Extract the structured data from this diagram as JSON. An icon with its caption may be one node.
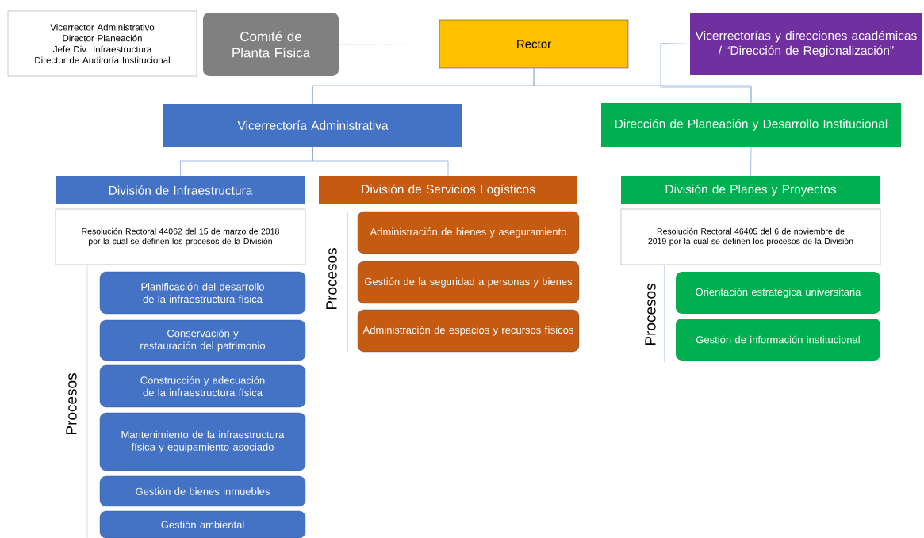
{
  "diagram": {
    "nodes": [
      {
        "text": [
          "Vicerrector Administrativo",
          "Director Planeación",
          "Jefe Div. Infraestructura",
          "Director de Auditoría Institucional"
        ]
      },
      {
        "text": [
          "Comité de Planta Física"
        ]
      },
      {
        "text": [
          "Rector"
        ]
      },
      {
        "text": [
          "Vicerrectorías y direcciones académicas / “Dirección de Regionalización”"
        ]
      },
      {
        "text": [
          "Vicerrectoría Administrativa"
        ]
      },
      {
        "text": [
          "Dirección de Planeación y Desarrollo Institucional"
        ]
      },
      {
        "text": [
          "División de Infraestructura"
        ]
      },
      {
        "text": [
          "Resolución Rectoral 44062 del 15 de marzo de 2018 por la cual se definen los procesos de la División"
        ]
      },
      {
        "text": [
          "Planificación del desarrollo de la infraestructura física"
        ]
      },
      {
        "text": [
          "Conservación y restauración del patrimonio"
        ]
      },
      {
        "text": [
          "Construcción y adecuación de la infraestructura física"
        ]
      },
      {
        "text": [
          "Mantenimiento de la infraestructura física y equipamiento asociado"
        ]
      },
      {
        "text": [
          "Gestión de bienes inmuebles"
        ]
      },
      {
        "text": [
          "Gestión ambiental"
        ]
      },
      {
        "text": [
          "División de Servicios Logísticos"
        ]
      },
      {
        "text": [
          "Administración de bienes y aseguramiento"
        ]
      },
      {
        "text": [
          "Gestión de la seguridad a personas y bienes"
        ]
      },
      {
        "text": [
          "Administración de espacios y recursos físicos"
        ]
      },
      {
        "text": [
          "División de Planes y Proyectos"
        ]
      },
      {
        "text": [
          "Resolución Rectoral 46405 del 6 de noviembre de 2019 por la cual se definen los procesos de la División"
        ]
      },
      {
        "text": [
          "Orientación estratégica universitaria"
        ]
      },
      {
        "text": [
          "Gestión de información institucional"
        ]
      }
    ],
    "edges": [
      {
        "from": 1,
        "to": 2,
        "arrow": "none",
        "style": "dashed"
      },
      {
        "from": 2,
        "to": 4,
        "arrow": "none"
      },
      {
        "from": 2,
        "to": 5,
        "arrow": "none"
      },
      {
        "from": 3,
        "to": 5,
        "arrow": "none"
      },
      {
        "from": 4,
        "to": 6,
        "arrow": "none"
      },
      {
        "from": 4,
        "to": 14,
        "arrow": "none"
      },
      {
        "from": 5,
        "to": 18,
        "arrow": "none"
      }
    ],
    "labels": [
      "Procesos",
      "Procesos",
      "Procesos"
    ]
  }
}
